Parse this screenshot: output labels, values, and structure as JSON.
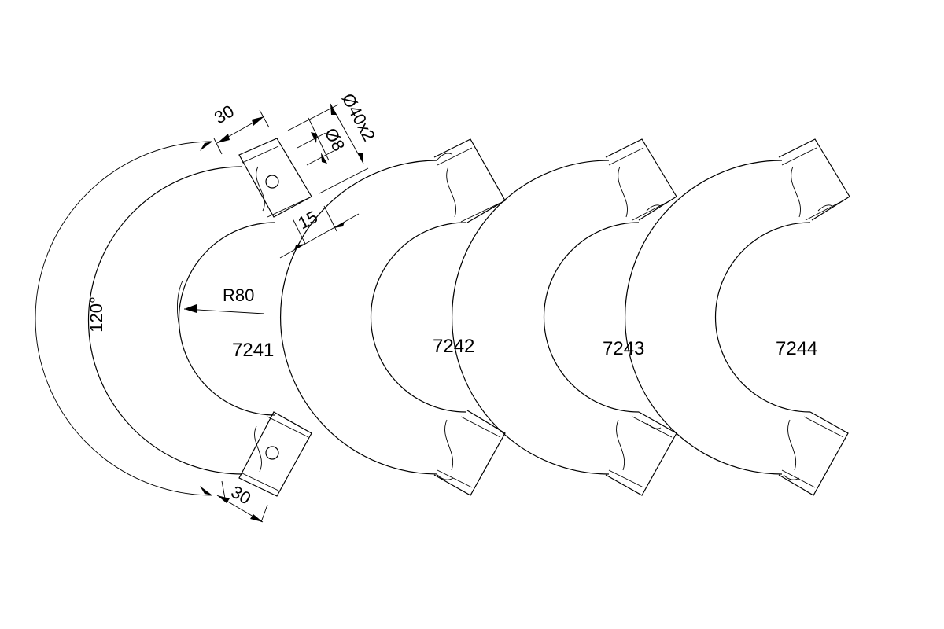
{
  "parts": [
    {
      "id": "7241",
      "label": "7241",
      "end_type": "hole"
    },
    {
      "id": "7242",
      "label": "7242",
      "end_type": "notch_outer"
    },
    {
      "id": "7243",
      "label": "7243",
      "end_type": "notch_inner"
    },
    {
      "id": "7244",
      "label": "7244",
      "end_type": "notch_mixed"
    }
  ],
  "dimensions": {
    "angle": "120°",
    "radius": "R80",
    "top_length": "30",
    "bottom_length": "30",
    "tube_diameter": "Ø40x2",
    "hole_diameter": "Ø8",
    "hole_offset": "15"
  }
}
